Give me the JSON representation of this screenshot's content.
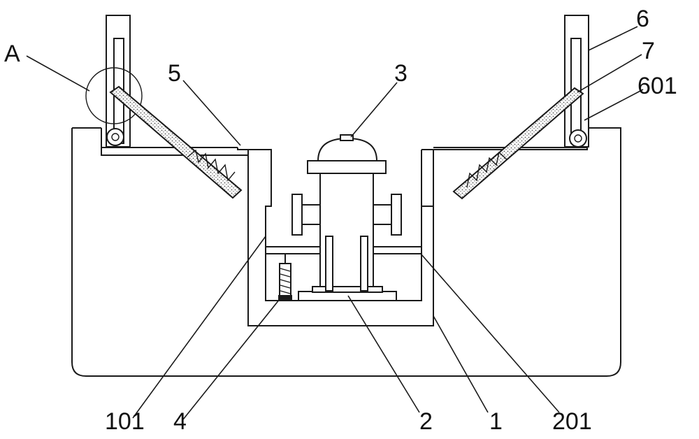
{
  "labels": {
    "A": "A",
    "n5": "5",
    "n3": "3",
    "n6": "6",
    "n7": "7",
    "n601": "601",
    "n101": "101",
    "n4": "4",
    "n2": "2",
    "n1": "1",
    "n201": "201"
  },
  "colors": {
    "stroke": "#1a1a1a",
    "background": "#ffffff",
    "hatch": "#555555"
  }
}
